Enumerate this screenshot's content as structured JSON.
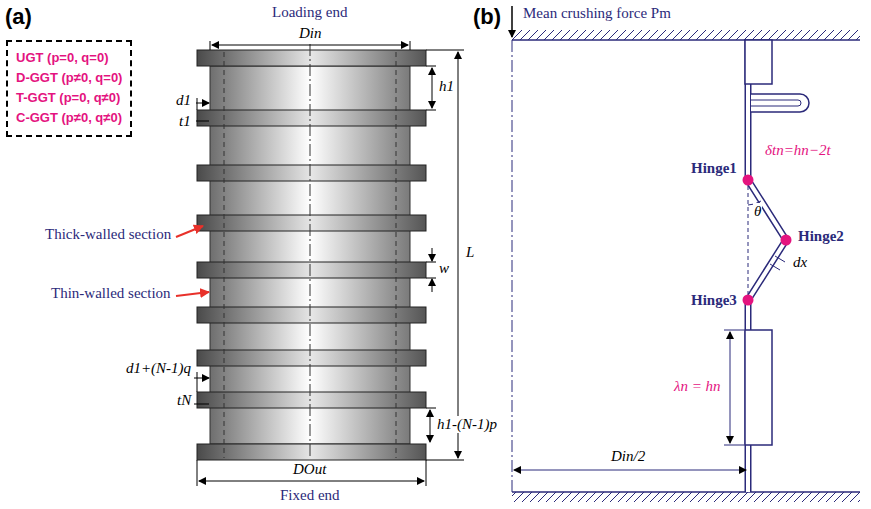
{
  "diagram": {
    "nodes": [
      {
        "text": [
          "UGT (p=0, q=0)",
          "D-GGT (p≠0, q=0)",
          "T-GGT (p=0, q≠0)",
          "C-GGT (p≠0, q≠0)"
        ]
      }
    ],
    "labels": [
      "(a)",
      "Loading end",
      "Din",
      "d1",
      "t1",
      "h1",
      "Thick-walled section",
      "w",
      "L",
      "Thin-walled section",
      "d1+(N-1)q",
      "tN",
      "h1-(N-1)p",
      "DOut",
      "Fixed end",
      "(b)",
      "Mean crushing force Pm",
      "Hinge1",
      "δtn=hn−2t",
      "θ",
      "Hinge2",
      "dx",
      "Hinge3",
      "λn = hn",
      "Din/2"
    ]
  }
}
